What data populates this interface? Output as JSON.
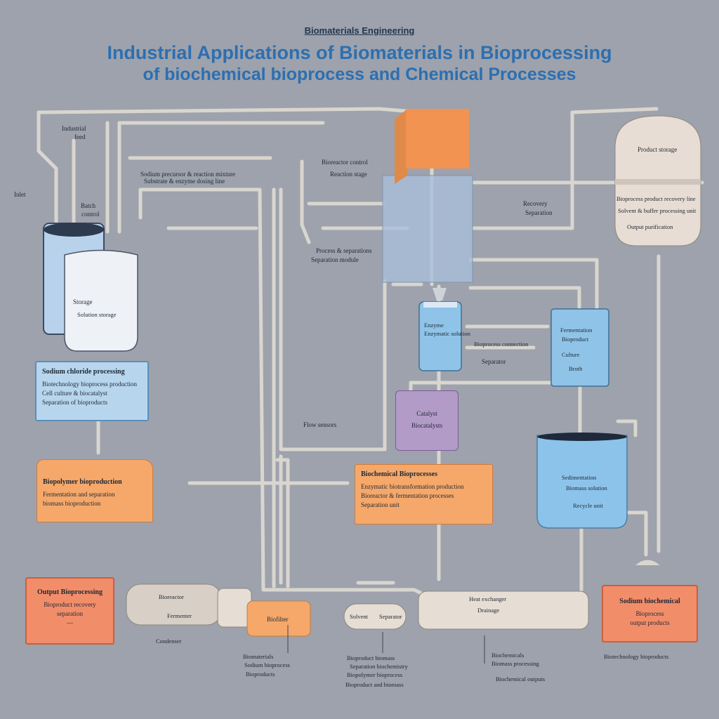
{
  "title": {
    "kicker": "Biomaterials Engineering",
    "line1": "Industrial Applications of Biomaterials in Bioprocessing",
    "line2": "of biochemical bioprocess and Chemical Processes"
  },
  "components": {
    "left_tank_label": "Storage",
    "left_tank_sub": "Solution storage",
    "top_left_labels": [
      "Industrial",
      "feed"
    ],
    "side_label": "Inlet",
    "mid_labels": [
      "Batch",
      "control"
    ],
    "feed_header_1": "Sodium precursor & reaction mixture",
    "feed_header_2": "Substrate & enzyme dosing line",
    "center_top_label": "Bioreactor control",
    "center_top_sub": "Reaction stage",
    "center_mid_1": "Process & separations",
    "center_mid_2": "Separation module",
    "top_right_tank": "Product storage",
    "right_info_1": "Recovery",
    "right_info_2": "Separation",
    "right_info_lines": [
      "Bioprocess product recovery line",
      "Solvent & buffer processing unit",
      "Output purification"
    ],
    "small_beaker_label": "Enzyme",
    "small_beaker_sub": "Enzymatic solution",
    "sep_label": "Separator",
    "right_beaker_lines": [
      "Fermentation",
      "Bioproduct",
      "Culture"
    ],
    "right_beaker_sub": "Broth",
    "connector_note": "Bioprocess connection",
    "purple_box": [
      "Catalyst",
      "Biocatalysts"
    ],
    "flow_label": "Flow sensors",
    "big_tank_lines": [
      "Sedimentation",
      "Biomass solution",
      "Recycle unit"
    ],
    "base_labels": [
      "Bioreactor",
      "Fermenter",
      "Heat exchanger",
      "Drainage"
    ],
    "base_pump_label": "Biofilter",
    "base_vessel_labels": [
      "Solvent",
      "Separator"
    ],
    "capsule_label": "Condenser"
  },
  "boxes": {
    "blue_info": {
      "heading": "Sodium chloride processing",
      "lines": [
        "Biotechnology bioprocess production",
        "Cell culture & biocatalyst",
        "Separation of bioproducts"
      ]
    },
    "orange_left": {
      "heading": "Biopolymer bioproduction",
      "lines": [
        "Fermentation and separation",
        "biomass bioproduction"
      ]
    },
    "orange_center": {
      "heading": "Biochemical Bioprocesses",
      "lines": [
        "Enzymatic biotransformation production",
        "Bioreactor & fermentation processes",
        "Separation unit"
      ]
    },
    "salmon_left": {
      "heading": "Output Bioprocessing",
      "lines": [
        "Bioproduct recovery",
        "separation",
        "—"
      ]
    },
    "salmon_right": {
      "heading": "Sodium biochemical",
      "lines": [
        "Bioprocess",
        "output products"
      ]
    }
  },
  "bottom_notes": {
    "left": [
      "Biomaterials",
      "Sodium bioprocess",
      "Bioproducts"
    ],
    "center": [
      "Bioproduct biomass",
      "Separation biochemistry",
      "Biopolymer bioprocess",
      "Bioproduct and biomass"
    ],
    "right": [
      "Biochemicals",
      "Biomass processing",
      "Biochemical outputs"
    ],
    "far_right": "Biotechnology bioproducts"
  },
  "colors": {
    "background": "#9da2ac",
    "title_blue": "#2d6fb0",
    "pipe": "#d9d6cf",
    "tank_blue": "#8ebfe6",
    "orange": "#f5a86a",
    "salmon": "#f28d6a",
    "purple": "#b39bc8"
  }
}
